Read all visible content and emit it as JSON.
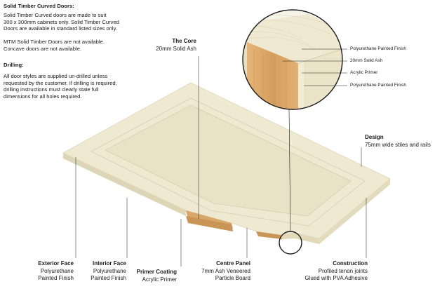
{
  "info": {
    "curved_heading": "Solid Timber Curved Doors:",
    "curved_p1": [
      "Solid Timber Curved doors are made to suit",
      "300 x 300mm cabinets only. Solid Timber Curved",
      "Doors are available in standard listed sizes only."
    ],
    "curved_p2": [
      "MTM Solid Timber Doors are not available.",
      "Concave doors are not available."
    ],
    "drilling_heading": "Drilling:",
    "drilling_p": [
      "All door styles are supplied un-drilled unless",
      "requested by the customer. If drilling is required,",
      "drilling instructions must clearly state full",
      "dimensions for all holes required."
    ]
  },
  "zoom_layers": [
    "Polyurethane Painted Finish",
    "20mm Solid Ash",
    "Acrylic Primer",
    "Polyurethane Painted Finish"
  ],
  "callouts": {
    "core": {
      "title": "The Core",
      "lines": [
        "20mm Solid Ash"
      ]
    },
    "design": {
      "title": "Design",
      "lines": [
        "75mm wide stiles and rails"
      ]
    },
    "exterior": {
      "title": "Exterior Face",
      "lines": [
        "Polyurethane",
        "Painted Finish"
      ]
    },
    "interior": {
      "title": "Interior Face",
      "lines": [
        "Polyurethane",
        "Painted Finish"
      ]
    },
    "primer": {
      "title": "Primer Coating",
      "lines": [
        "Acrylic Primer"
      ]
    },
    "centre": {
      "title": "Centre Panel",
      "lines": [
        "7mm Ash Veneered",
        "Particle Board"
      ]
    },
    "construction": {
      "title": "Construction",
      "lines": [
        "Profiled tenon joints",
        "Glued with PVA Adhesive"
      ]
    }
  },
  "colors": {
    "paint": "#efe9d2",
    "paint_shadow": "#ddd5b6",
    "ash": "#d8a86a",
    "ash_light": "#ecc48f",
    "line": "#1a1a1a"
  }
}
